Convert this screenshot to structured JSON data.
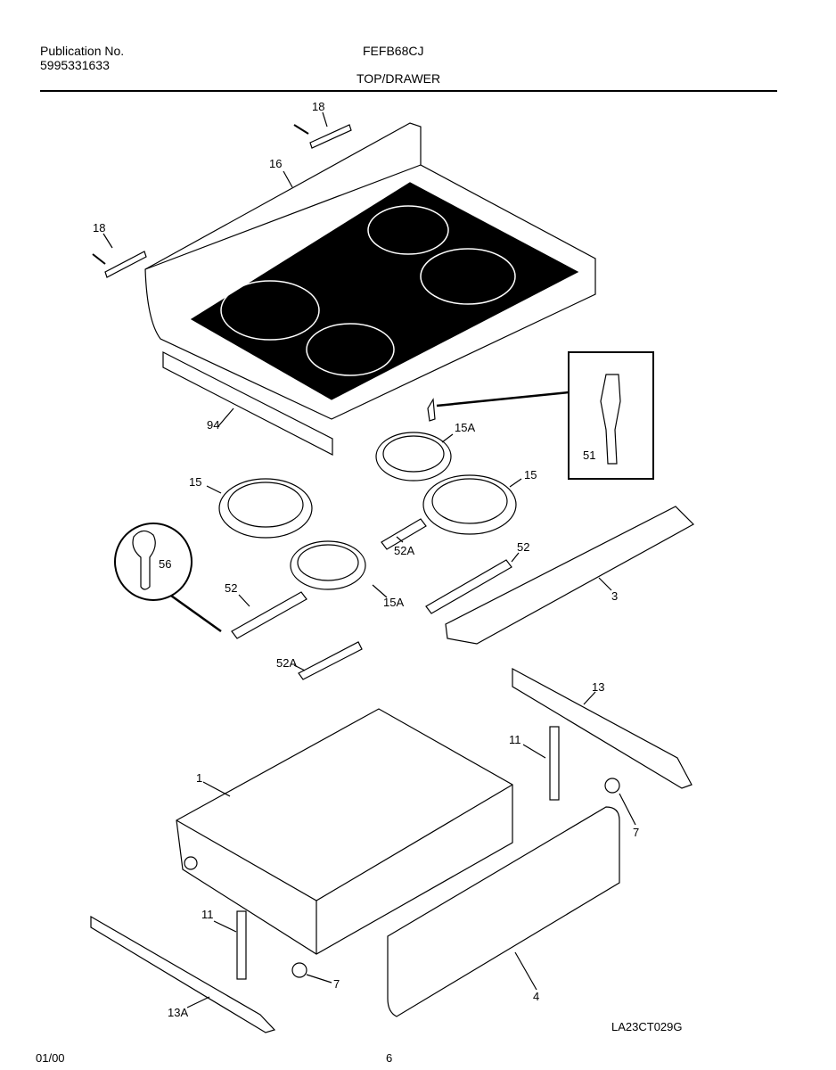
{
  "header": {
    "publication_label": "Publication No.",
    "publication_number": "5995331633",
    "model": "FEFB68CJ",
    "section": "TOP/DRAWER"
  },
  "callouts": {
    "c18a": "18",
    "c18b": "18",
    "c16": "16",
    "c94": "94",
    "c15a_top": "15A",
    "c15_right": "15",
    "c15_left": "15",
    "c15a_bottom": "15A",
    "c51": "51",
    "c56": "56",
    "c52a_top": "52A",
    "c52_left": "52",
    "c52_right": "52",
    "c52a_bottom": "52A",
    "c3": "3",
    "c13": "13",
    "c11_right": "11",
    "c1": "1",
    "c7_right": "7",
    "c11_left": "11",
    "c7_left": "7",
    "c4": "4",
    "c13a": "13A"
  },
  "footer": {
    "date": "01/00",
    "page": "6",
    "drawing_code": "LA23CT029G"
  }
}
